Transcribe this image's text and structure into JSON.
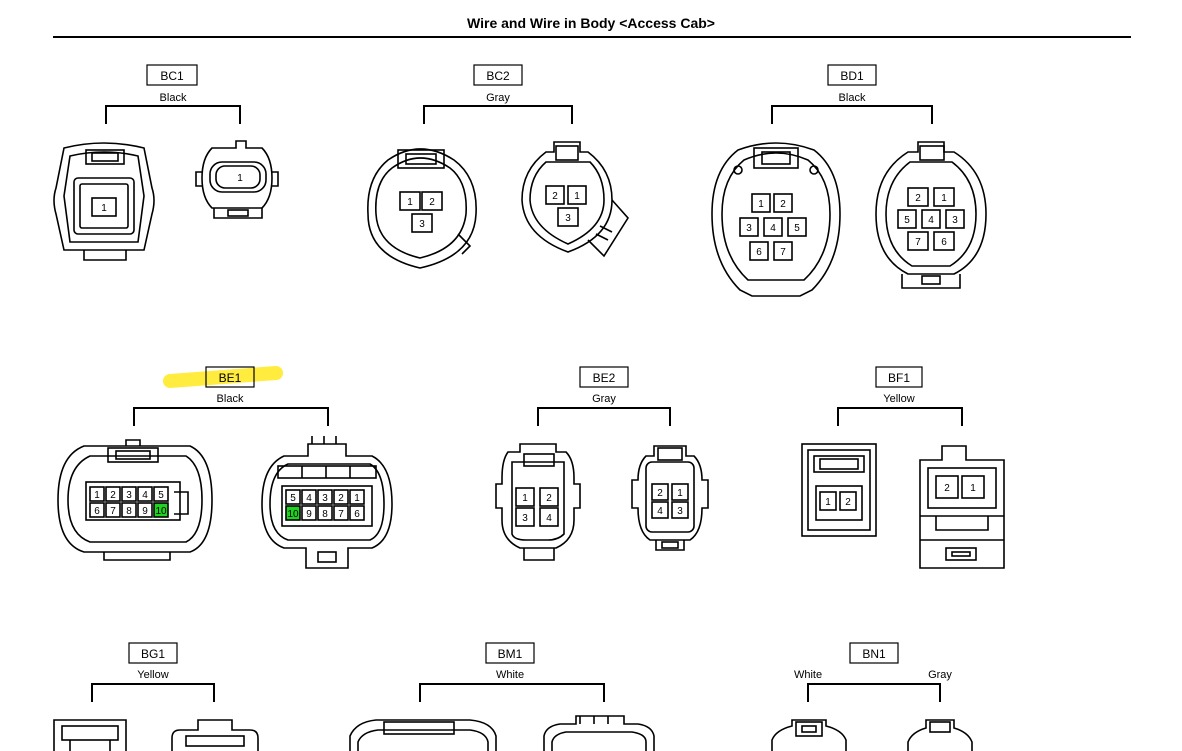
{
  "title": "Wire and Wire in Body <Access Cab>",
  "highlight_color": "#ffea2a",
  "pin_highlight_color": "#1ed41e",
  "connectors": [
    {
      "id": "BC1",
      "color": "Black"
    },
    {
      "id": "BC2",
      "color": "Gray"
    },
    {
      "id": "BD1",
      "color": "Black"
    },
    {
      "id": "BE1",
      "color": "Black",
      "highlighted": true,
      "highlighted_pin": "10"
    },
    {
      "id": "BE2",
      "color": "Gray"
    },
    {
      "id": "BF1",
      "color": "Yellow"
    },
    {
      "id": "BG1",
      "color": "Yellow"
    },
    {
      "id": "BM1",
      "color": "White"
    },
    {
      "id": "BN1",
      "color_left": "White",
      "color_right": "Gray"
    }
  ],
  "pins": {
    "bc1_left": [
      "1"
    ],
    "bc1_right": [
      "1"
    ],
    "bc2_left": [
      "1",
      "2",
      "3"
    ],
    "bc2_right": [
      "2",
      "1",
      "3"
    ],
    "bd1_left": [
      "1",
      "2",
      "3",
      "4",
      "5",
      "6",
      "7"
    ],
    "bd1_right": [
      "2",
      "1",
      "5",
      "4",
      "3",
      "7",
      "6"
    ],
    "be1_left": [
      "1",
      "2",
      "3",
      "4",
      "5",
      "6",
      "7",
      "8",
      "9",
      "10"
    ],
    "be1_right": [
      "5",
      "4",
      "3",
      "2",
      "1",
      "10",
      "9",
      "8",
      "7",
      "6"
    ],
    "be2_left": [
      "1",
      "2",
      "3",
      "4"
    ],
    "be2_right": [
      "2",
      "1",
      "4",
      "3"
    ],
    "bf1_left": [
      "1",
      "2"
    ],
    "bf1_right": [
      "2",
      "1"
    ]
  }
}
